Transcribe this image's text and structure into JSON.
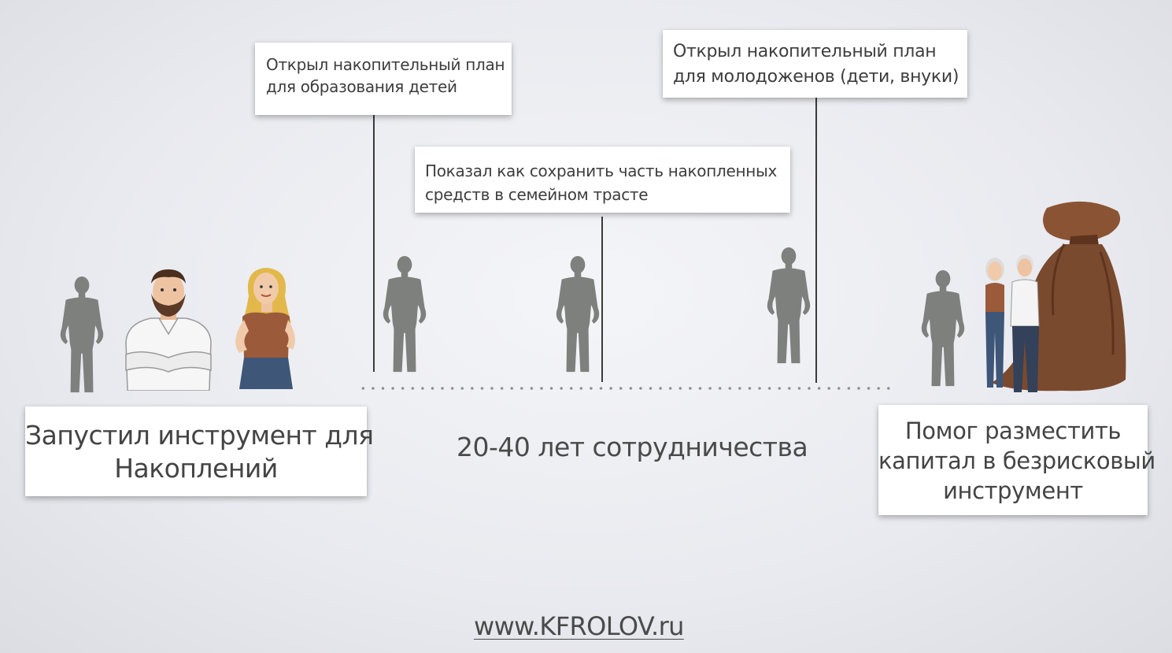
{
  "notes": {
    "education_plan": [
      "Открыл накопительный план",
      "для образования детей"
    ],
    "family_trust": [
      "Показал как сохранить часть накопленных",
      "средств в семейном трасте"
    ],
    "newlyweds_plan": [
      "Открыл накопительный план",
      "для молодоженов (дети, внуки)"
    ]
  },
  "start_box": [
    "Запустил инструмент для",
    "Накоплений"
  ],
  "end_box": [
    "Помог разместить",
    "капитал в безрисковый",
    "инструмент"
  ],
  "duration_label": "20-40 лет сотрудничества",
  "website": "www.KFROLOV.ru",
  "colors": {
    "silhouette": "#7e807e",
    "connector_line": "#3a3a3a",
    "timeline_dots": "#8b8b8b",
    "money_bag": "#7a4a2e",
    "background": "#ecedf1"
  },
  "icons": {
    "person": "person-silhouette-icon",
    "man": "bearded-man-illustration",
    "woman": "blonde-woman-illustration",
    "elderly_couple": "elderly-couple-illustration",
    "money_bag": "money-bag-icon"
  }
}
